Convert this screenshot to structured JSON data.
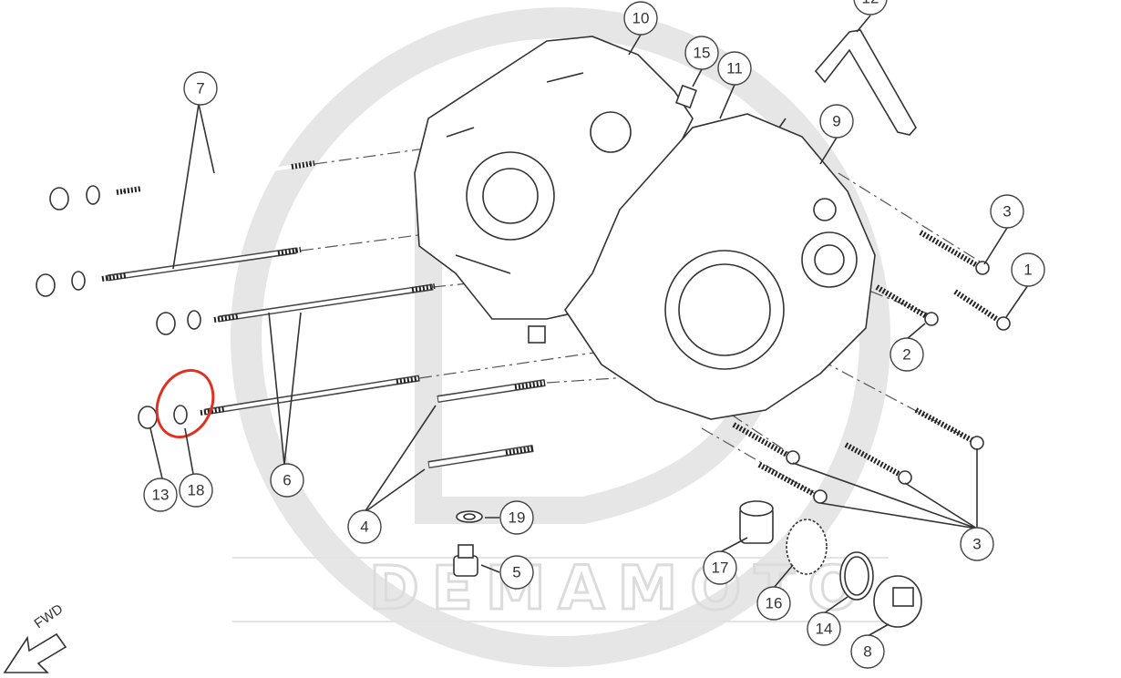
{
  "diagram": {
    "title": "Crankcase exploded parts diagram",
    "watermark": "DEMAMOTO",
    "direction_label": "FWD",
    "highlight_color": "#e0301e",
    "callouts": {
      "c10": "10",
      "c15": "15",
      "c11": "11",
      "c12": "12",
      "c7": "7",
      "c9": "9",
      "c3a": "3",
      "c1": "1",
      "c2": "2",
      "c6": "6",
      "c13": "13",
      "c18": "18",
      "c4": "4",
      "c19": "19",
      "c5": "5",
      "c17": "17",
      "c16": "16",
      "c14": "14",
      "c8": "8",
      "c3b": "3"
    }
  }
}
